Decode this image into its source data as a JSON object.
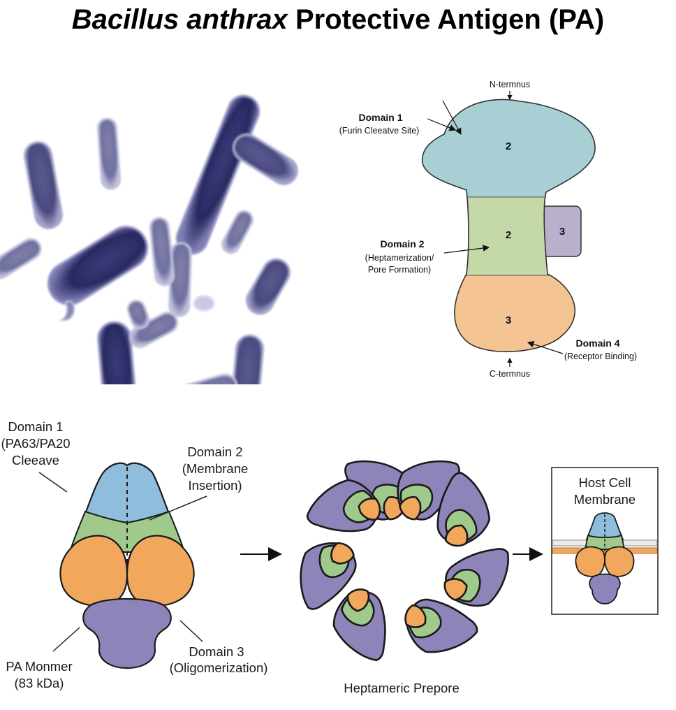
{
  "title": {
    "italic_part": "Bacillus anthrax",
    "rest": "Protective Antigen (PA)"
  },
  "structure_diagram": {
    "n_terminus": "N-termnus",
    "c_terminus": "C-termnus",
    "domain1": {
      "name": "Domain 1",
      "desc": "(Furin Cleeatve Site)"
    },
    "domain2": {
      "name": "Domain 2",
      "desc_line1": "(Heptamerization/",
      "desc_line2": "Pore Formation)"
    },
    "domain4": {
      "name": "Domain 4",
      "desc": "(Receptor Binding)"
    },
    "region_top_number": "2",
    "region_middle_number": "2",
    "region_bottom_number": "3",
    "side_box_number": "3",
    "colors": {
      "top": "#a8cfd4",
      "middle": "#c5d9a8",
      "bottom": "#f4c593",
      "side": "#b9b0cc"
    }
  },
  "monomer_diagram": {
    "domain1_line1": "Domain 1",
    "domain1_line2": "(PA63/PA20",
    "domain1_line3": "Cleeave",
    "domain2_line1": "Domain 2",
    "domain2_line2": "(Membrane",
    "domain2_line3": "Insertion)",
    "domain3_line1": "Domain 3",
    "domain3_line2": "(Oligomerization)",
    "monomer_line1": "PA Monmer",
    "monomer_line2": "(83 kDa)",
    "colors": {
      "blue": "#8fbedd",
      "green": "#9fca8c",
      "orange": "#f2a85c",
      "purple": "#8f84ba"
    }
  },
  "prepore": {
    "label": "Heptameric Prepore"
  },
  "host_cell": {
    "line1": "Host Cell",
    "line2": "Membrane"
  }
}
